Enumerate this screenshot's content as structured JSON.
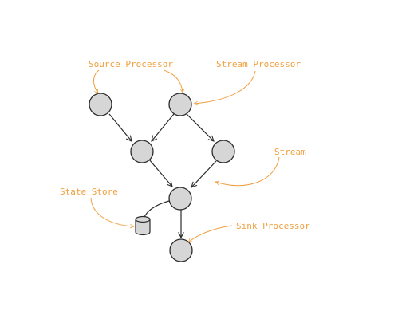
{
  "colors": {
    "accent": "#f0a040",
    "node_fill": "#d6d6d6",
    "node_stroke": "#2b2b2b",
    "edge": "#2b2b2b",
    "background": "#ffffff"
  },
  "labels": {
    "source_processor": "Source Processor",
    "stream_processor": "Stream Processor",
    "stream": "Stream",
    "state_store": "State Store",
    "sink_processor": "Sink Processor"
  },
  "nodes": [
    {
      "id": "source",
      "role": "source-processor"
    },
    {
      "id": "stream-proc",
      "role": "stream-processor"
    },
    {
      "id": "mid-left",
      "role": "stream-processor"
    },
    {
      "id": "mid-right",
      "role": "stream-processor"
    },
    {
      "id": "merge",
      "role": "stream-processor"
    },
    {
      "id": "sink",
      "role": "sink-processor"
    }
  ],
  "store": {
    "id": "state-store",
    "shape": "cylinder"
  },
  "edges": [
    {
      "from": "source",
      "to": "mid-left"
    },
    {
      "from": "stream-proc",
      "to": "mid-left"
    },
    {
      "from": "stream-proc",
      "to": "mid-right"
    },
    {
      "from": "mid-left",
      "to": "merge"
    },
    {
      "from": "mid-right",
      "to": "merge"
    },
    {
      "from": "merge",
      "to": "sink"
    },
    {
      "from": "merge",
      "to": "state-store"
    }
  ]
}
